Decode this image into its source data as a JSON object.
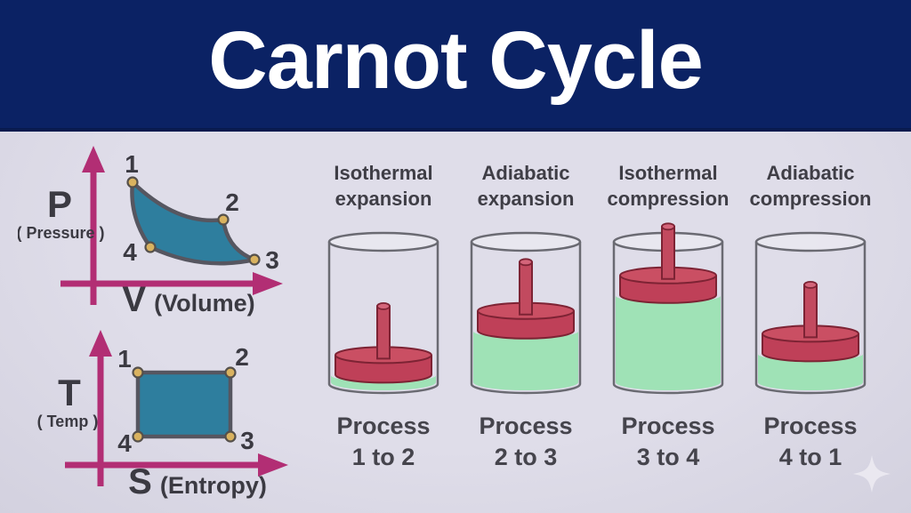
{
  "title": "Carnot Cycle",
  "pv_chart": {
    "y_symbol": "P",
    "y_caption": "( Pressure )",
    "x_symbol": "V",
    "x_caption": "(Volume)",
    "point_labels": {
      "p1": "1",
      "p2": "2",
      "p3": "3",
      "p4": "4"
    }
  },
  "ts_chart": {
    "y_symbol": "T",
    "y_caption": "( Temp )",
    "x_symbol": "S",
    "x_caption": "(Entropy)",
    "point_labels": {
      "p1": "1",
      "p2": "2",
      "p3": "3",
      "p4": "4"
    }
  },
  "processes": [
    {
      "stage_label": "Isothermal expansion",
      "process_label": "Process 1 to 2",
      "gas_fill_pct": 6
    },
    {
      "stage_label": "Adiabatic expansion",
      "process_label": "Process 2 to 3",
      "gas_fill_pct": 37
    },
    {
      "stage_label": "Isothermal compression",
      "process_label": "Process 3 to 4",
      "gas_fill_pct": 62
    },
    {
      "stage_label": "Adiabatic compression",
      "process_label": "Process 4 to 1",
      "gas_fill_pct": 21
    }
  ],
  "colors": {
    "banner_bg": "#0b2264",
    "banner_text": "#ffffff",
    "page_bg": "#dcdae7",
    "axis_magenta": "#b22e74",
    "cycle_fill": "#2e7e9e",
    "cycle_stroke": "#565660",
    "point_fill": "#d9b25f",
    "point_stroke": "#55504b",
    "label_text": "#3b3a42",
    "cylinder_stroke": "#6a6a72",
    "piston_red": "#bf4058",
    "piston_red_light": "#ca4f63",
    "piston_outline": "#7d2334",
    "rod_red": "#c24a5f",
    "rod_top_red": "#d4657a",
    "gas_green": "#9fe2b6",
    "sparkle": "#eceaf2"
  },
  "icons": {
    "sparkle": "four-point-star"
  }
}
